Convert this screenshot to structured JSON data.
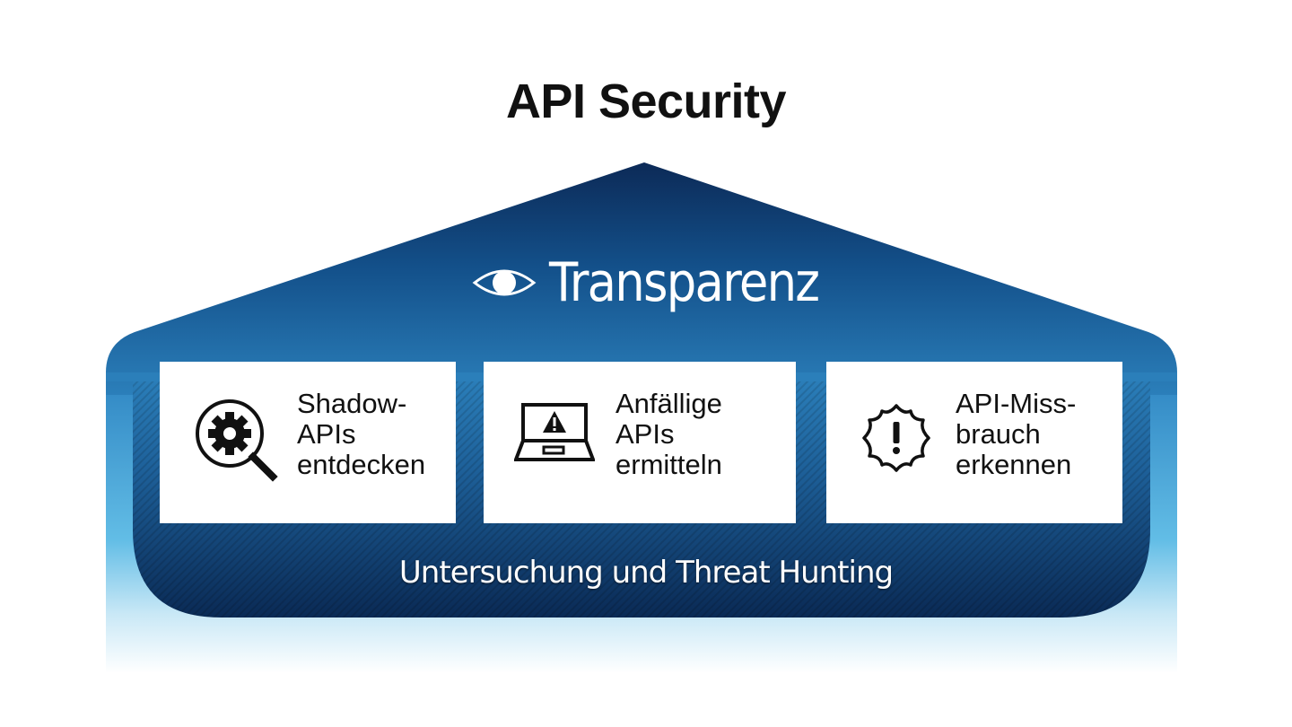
{
  "title": "API Security",
  "roof": {
    "heading": "Transparenz",
    "icon": "eye-icon"
  },
  "pillars": [
    {
      "icon": "magnifier-gear-icon",
      "lines": [
        "Shadow-",
        "APIs",
        "entdecken"
      ]
    },
    {
      "icon": "laptop-warning-icon",
      "lines": [
        "Anfällige",
        "APIs",
        "ermitteln"
      ]
    },
    {
      "icon": "alert-badge-icon",
      "lines": [
        "API-Miss-",
        "brauch",
        "erkennen"
      ]
    }
  ],
  "foundation": {
    "label": "Untersuchung und Threat Hunting"
  },
  "colors": {
    "roof_top": "#0d2f5e",
    "roof_mid": "#1a5e97",
    "body_light": "#2a7db8",
    "foundation_dark": "#0b2c57",
    "glow": "#6cc3e8",
    "card_bg": "#ffffff",
    "text_dark": "#111111"
  }
}
